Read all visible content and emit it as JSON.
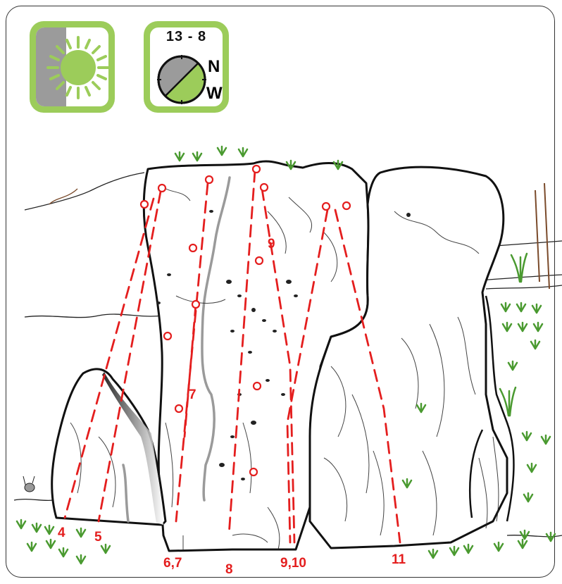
{
  "sun_badge": {
    "icon": "sun-icon",
    "shade": "partial-shade"
  },
  "compass_badge": {
    "hours": "13 - 8",
    "directions": [
      "N",
      "W"
    ]
  },
  "routes": [
    {
      "label": "4"
    },
    {
      "label": "5"
    },
    {
      "label": "6,7"
    },
    {
      "label": "7"
    },
    {
      "label": "8"
    },
    {
      "label": "9"
    },
    {
      "label": "9,10"
    },
    {
      "label": "11"
    }
  ],
  "colors": {
    "accent_green": "#9ccc5a",
    "route_red": "#e41e1e",
    "shadow_gray": "#999999"
  }
}
